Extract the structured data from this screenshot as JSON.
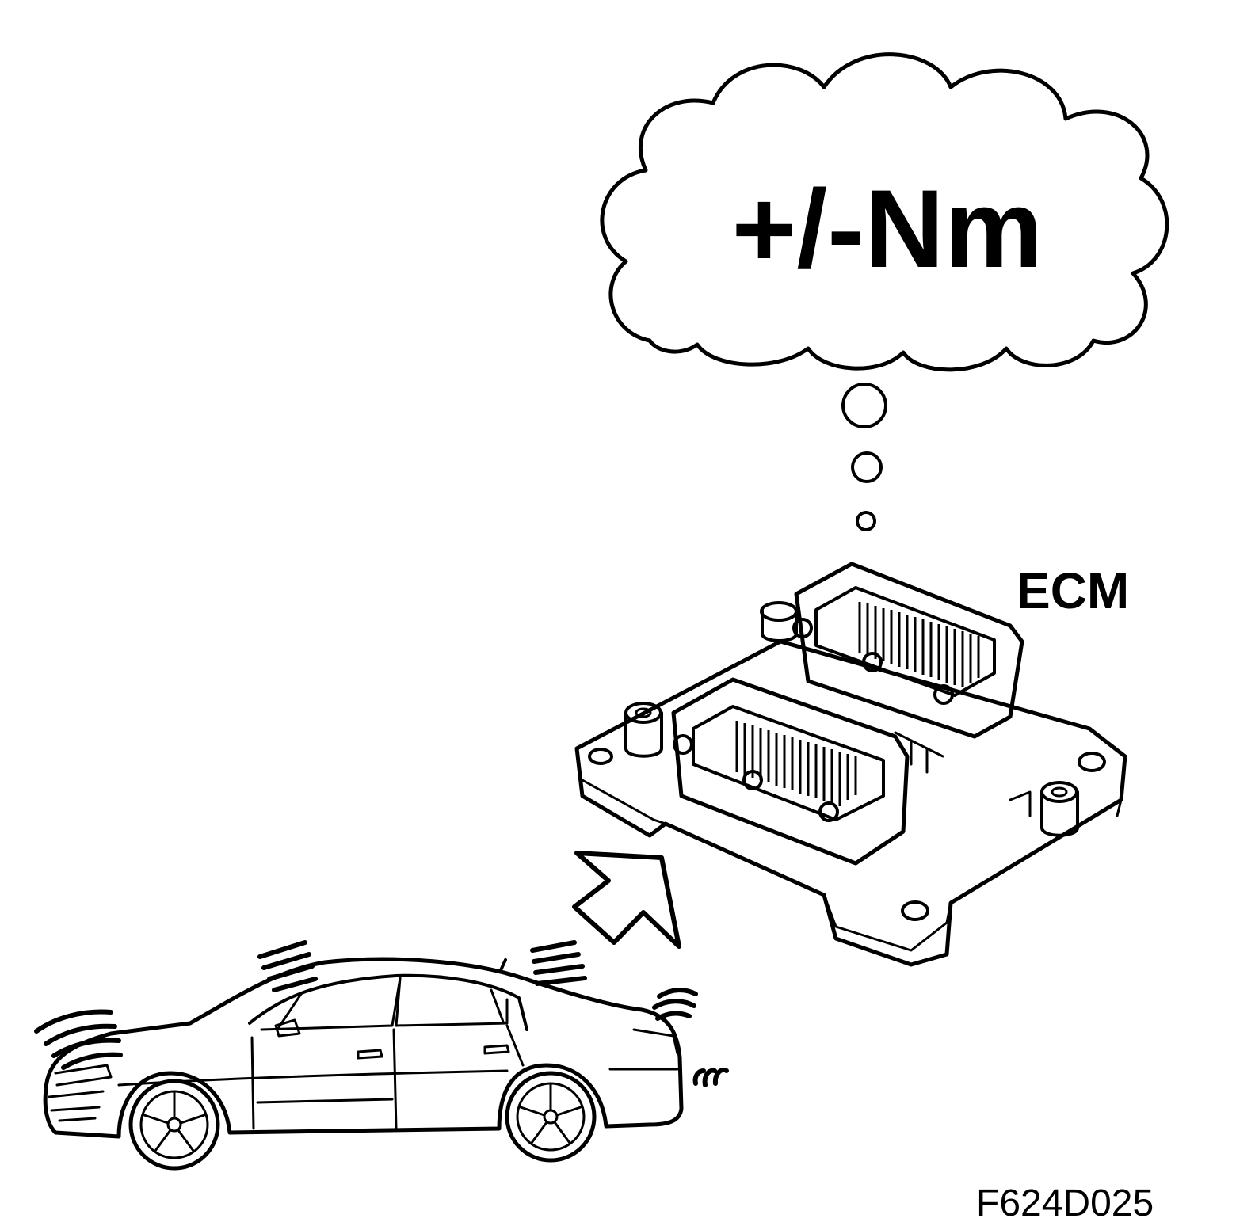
{
  "diagram": {
    "thought_text": "+/-Nm",
    "module_label": "ECM",
    "figure_code": "F624D025"
  },
  "colors": {
    "ink": "#000000",
    "paper": "#ffffff"
  }
}
